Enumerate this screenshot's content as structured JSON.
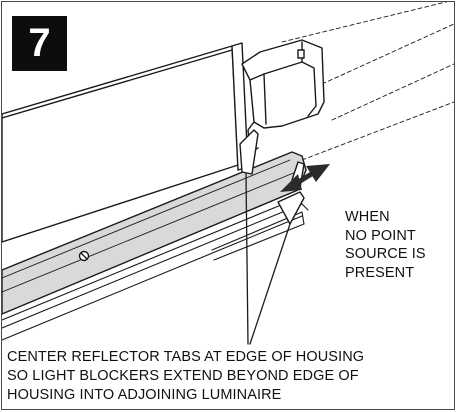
{
  "step_number": "7",
  "note_lines": [
    "WHEN",
    "NO POINT",
    "SOURCE IS",
    "PRESENT"
  ],
  "caption_lines": [
    "CENTER REFLECTOR TABS AT EDGE OF HOUSING",
    "SO LIGHT BLOCKERS EXTEND BEYOND EDGE OF",
    "HOUSING INTO ADJOINING LUMINAIRE"
  ],
  "colors": {
    "line": "#1a1a1a",
    "reflector": "#d9d9d9",
    "arrow": "#2b2b2b"
  }
}
